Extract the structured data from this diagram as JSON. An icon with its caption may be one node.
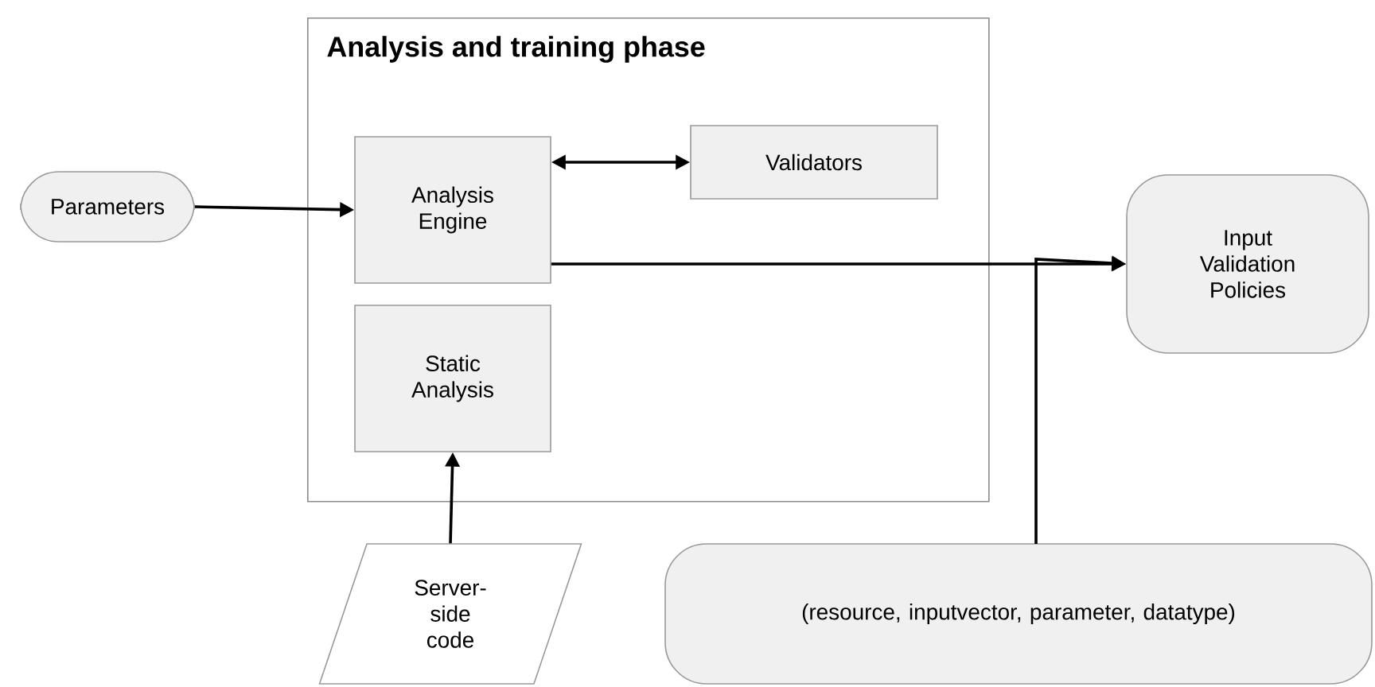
{
  "diagram": {
    "nodes": [
      {
        "text": [
          "Analysis and training phase"
        ]
      },
      {
        "text": [
          "Parameters"
        ]
      },
      {
        "text": [
          "Analysis Engine"
        ],
        "in": 0
      },
      {
        "text": [
          "Validators"
        ],
        "in": 0
      },
      {
        "text": [
          "Static Analysis"
        ],
        "in": 0
      },
      {
        "text": [
          "Input Validation Policies"
        ]
      },
      {
        "text": [
          "Server-side code"
        ]
      },
      {
        "text": [
          "(resource, inputvector, parameter, datatype)"
        ]
      }
    ],
    "edges": [
      {
        "from": 1,
        "to": 2,
        "arrow": "to"
      },
      {
        "from": 2,
        "to": 3,
        "arrow": "both"
      },
      {
        "from": 6,
        "to": 4,
        "arrow": "to"
      },
      {
        "from": 2,
        "to": 5,
        "arrow": "to"
      },
      {
        "from": 7,
        "to": 5,
        "arrow": "to"
      }
    ]
  }
}
